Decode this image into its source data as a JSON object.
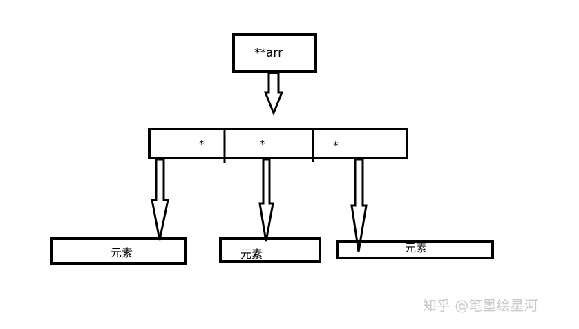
{
  "diagram": {
    "root": {
      "label": "**arr"
    },
    "pointers": [
      {
        "label": "*"
      },
      {
        "label": "*"
      },
      {
        "label": "*"
      }
    ],
    "elements": [
      {
        "label": "元素"
      },
      {
        "label": "元素"
      },
      {
        "label": "元素"
      }
    ]
  },
  "watermark": {
    "text": "知乎 @笔墨绘星河"
  }
}
